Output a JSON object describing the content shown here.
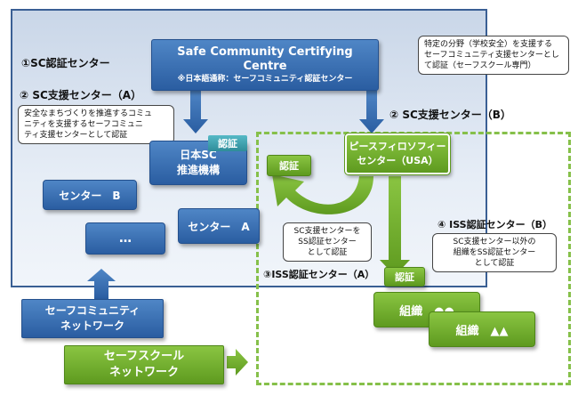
{
  "labels": {
    "sc_center_1": "①SC認証センター",
    "sc_support_a": "② SC支援センター（A）",
    "sc_support_b": "② SC支援センター（B）",
    "iss_a": "③ISS認証センター（A）",
    "iss_b": "④ ISS認証センター（B）"
  },
  "scc_box": {
    "line1": "Safe Community Certifying",
    "line2": "Centre",
    "note": "※日本語通称：セーフコミュニティ認証センター"
  },
  "callouts": {
    "top_right": [
      "特定の分野（学校安全）を支援する",
      "セーフコミュニティ支援センターとし",
      "て認証（セーフスクール専門）"
    ],
    "left": [
      "安全なまちづくりを推進するコミュ",
      "ニティを支援するセーフコミュニ",
      "ティ支援センターとして認証"
    ],
    "middle": [
      "SC支援センターを",
      "SS認証センター",
      "として認証"
    ],
    "right": [
      "SC支援センター以外の",
      "組織をSS認証センター",
      "として認証"
    ]
  },
  "boxes": {
    "jsc_line1": "日本SC",
    "jsc_line2": "推進機構",
    "peace_line1": "ピースフィロソフィー",
    "peace_line2": "センター（USA）",
    "center_b": "センター　B",
    "center_dots": "…",
    "center_a": "センター　A",
    "org1": "組織　●●",
    "org2": "組織　▲▲"
  },
  "tags": {
    "cert1": "認証",
    "cert2": "認証",
    "cert3": "認証"
  },
  "networks": {
    "safe_community": [
      "セーフコミュニティ",
      "ネットワーク"
    ],
    "safe_school": [
      "セーフスクール",
      "ネットワーク"
    ]
  }
}
